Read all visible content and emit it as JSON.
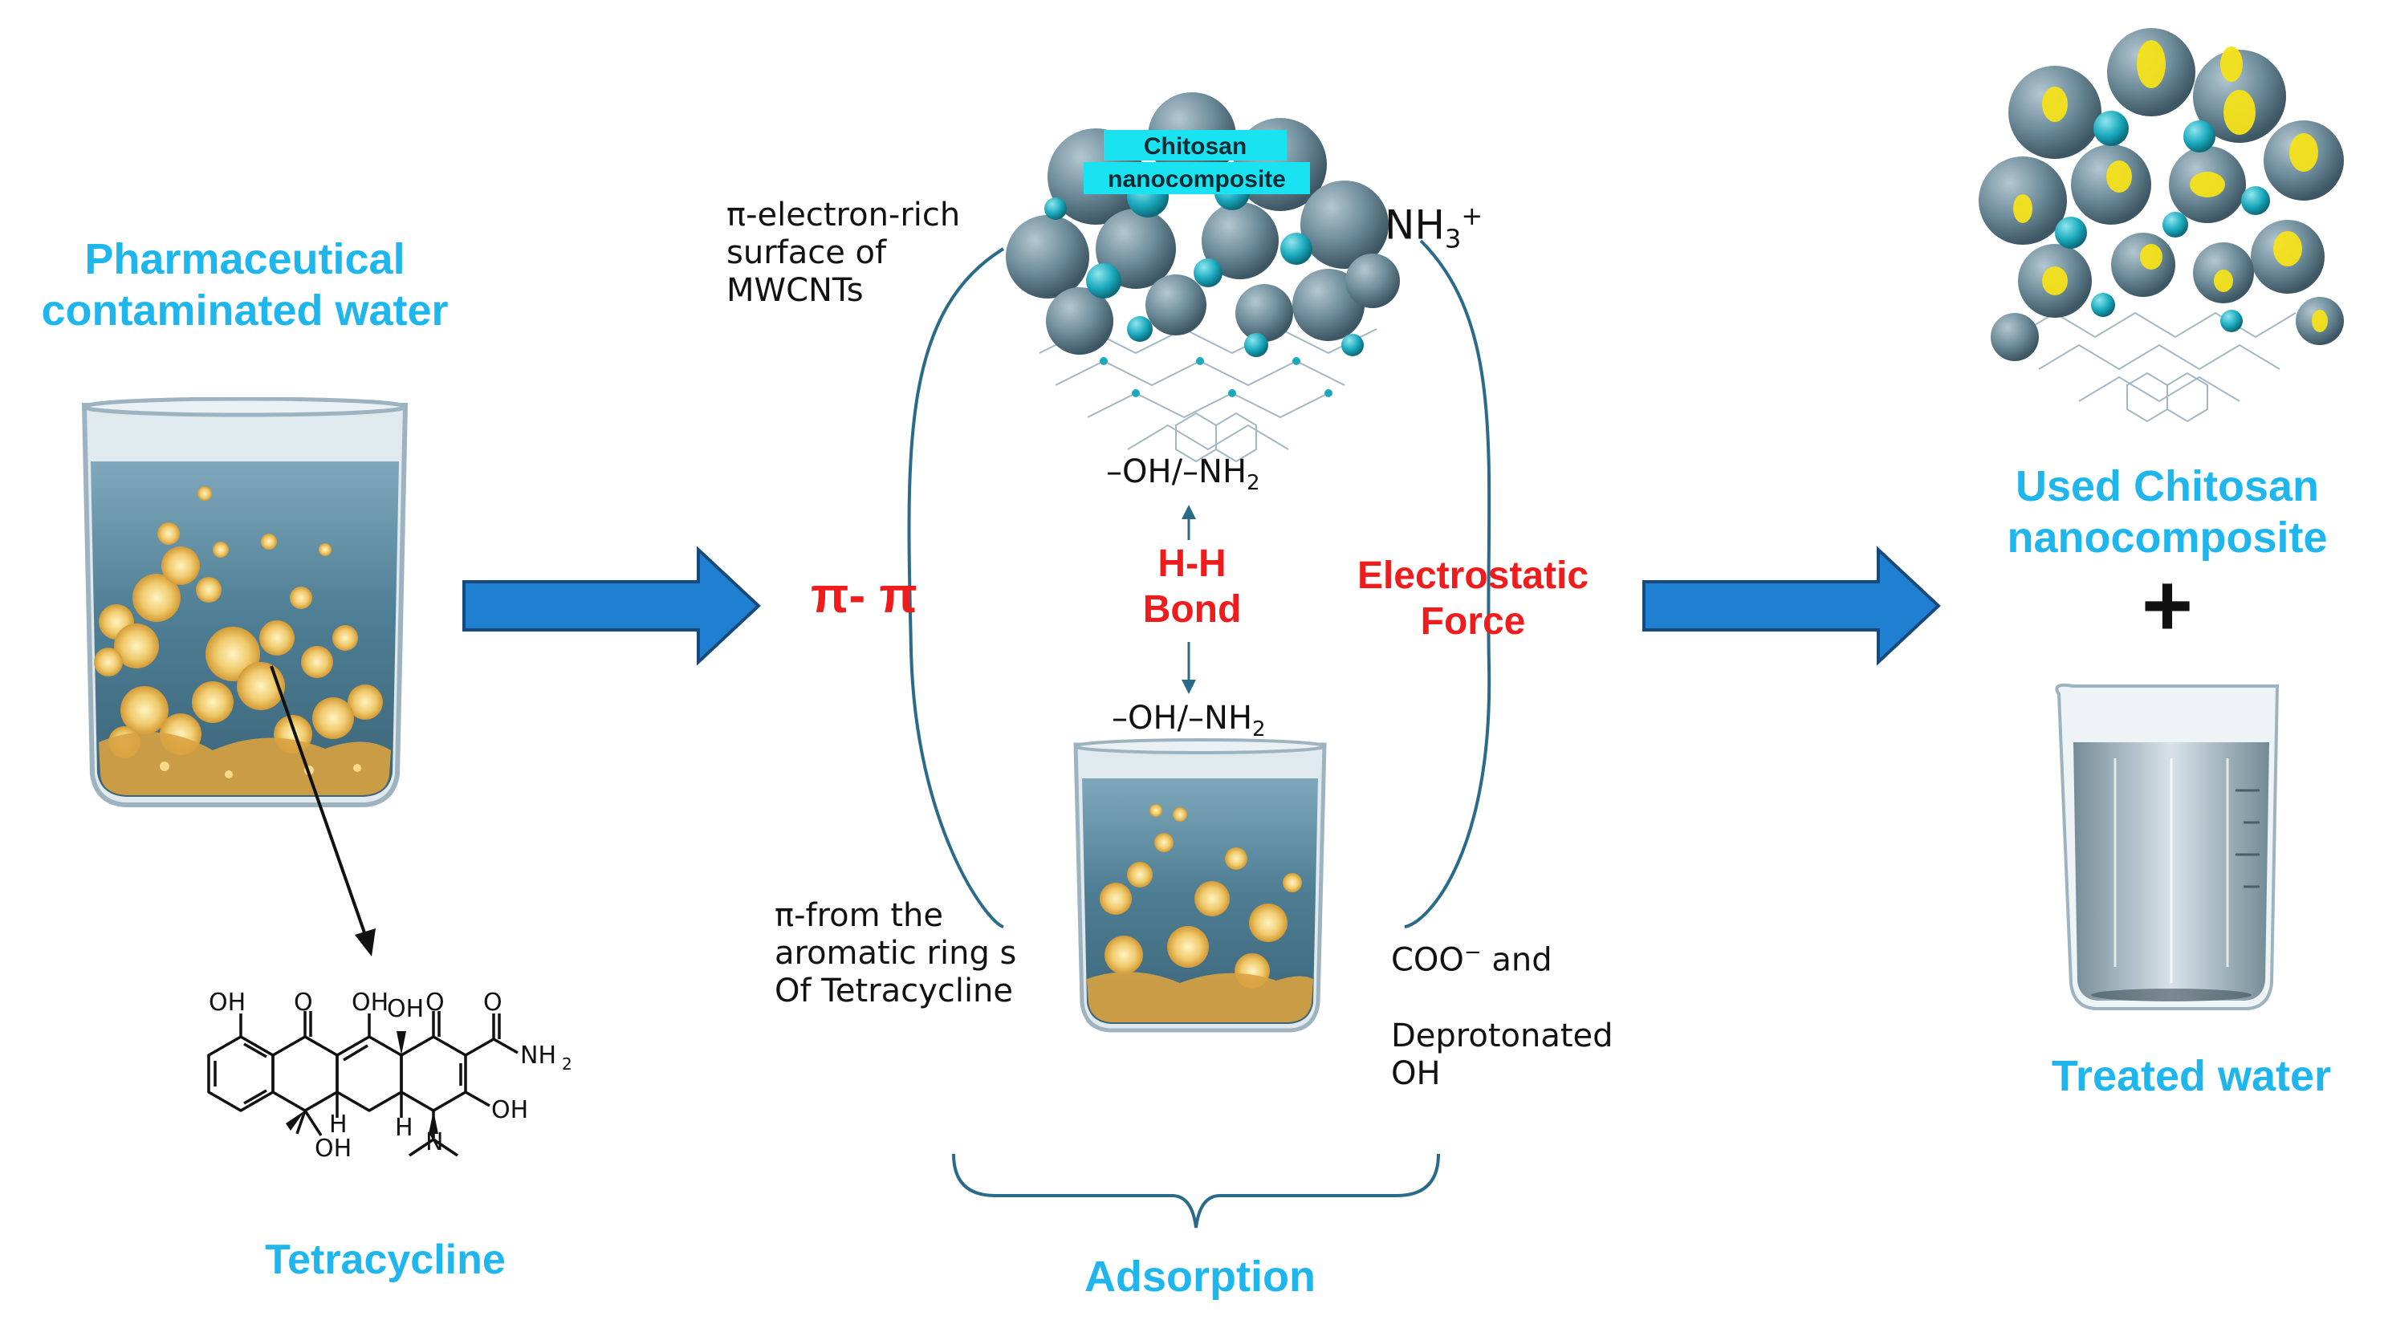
{
  "left": {
    "title": "Pharmaceutical\ncontaminated water",
    "molecule_caption": "Tetracycline",
    "atoms": {
      "oh": "OH",
      "o": "O",
      "nh2": "NH",
      "nh2_sub": "2",
      "h": "H",
      "n": "N"
    }
  },
  "center": {
    "composite_label_line1": "Chitosan",
    "composite_label_line2": "nanocomposite",
    "mwcnt_text": "π-electron-rich\nsurface of\nMWCNTs",
    "nh3": "NH",
    "nh3_sub": "3",
    "nh3_sup": "+",
    "oh_nh2_top": "–OH/–NH",
    "oh_nh2_top_sub": "2",
    "pi_pi": "π- π",
    "hh_bond": "H-H\nBond",
    "electrostatic": "Electrostatic\nForce",
    "oh_nh2_bottom": "–OH/–NH",
    "oh_nh2_bottom_sub": "2",
    "pi_aromatic": "π-from the\naromatic ring s\nOf Tetracycline",
    "coo_line1": "COO",
    "coo_sup": "−",
    "coo_line1_rest": " and",
    "coo_rest": "Deprotonated\nOH",
    "adsorption": "Adsorption"
  },
  "right": {
    "used_title": "Used Chitosan\nnanocomposite",
    "plus": "+",
    "treated": "Treated water"
  },
  "colors": {
    "accent_blue": "#1fb6ee",
    "arrow_blue": "#1f7fd0",
    "red": "#ee1c1c",
    "curve": "#2a6b8a",
    "highlight": "#19e3f0",
    "sphere": "#5d7c8a",
    "yellow": "#f5e21a",
    "water": "#4f7f95"
  }
}
